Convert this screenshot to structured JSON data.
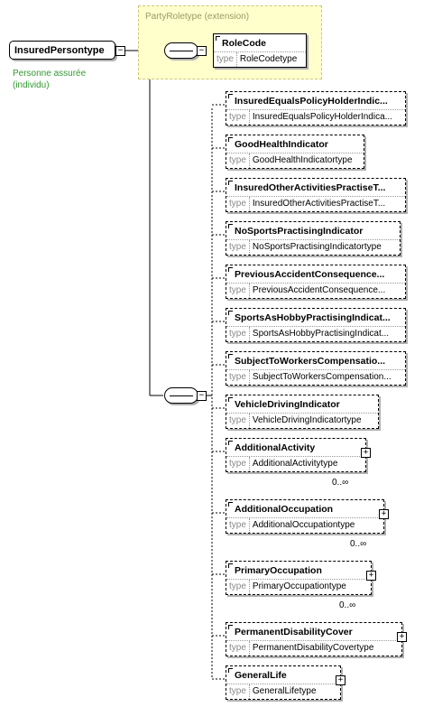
{
  "root": {
    "name": "InsuredPersontype",
    "documentation": [
      "Personne assurée",
      "(individu)"
    ]
  },
  "extension": {
    "title": "PartyRoletype (extension)"
  },
  "type_keyword": "type",
  "expand_symbols": {
    "minus": "−",
    "plus": "+"
  },
  "base_elements": [
    {
      "name": "RoleCode",
      "type": "RoleCodetype"
    }
  ],
  "elements": [
    {
      "name": "InsuredEqualsPolicyHolderIndic...",
      "type": "InsuredEqualsPolicyHolderIndica...",
      "cardinality": ""
    },
    {
      "name": "GoodHealthIndicator",
      "type": "GoodHealthIndicatortype",
      "cardinality": ""
    },
    {
      "name": "InsuredOtherActivitiesPractiseT...",
      "type": "InsuredOtherActivitiesPractiseT...",
      "cardinality": ""
    },
    {
      "name": "NoSportsPractisingIndicator",
      "type": "NoSportsPractisingIndicatortype",
      "cardinality": ""
    },
    {
      "name": "PreviousAccidentConsequence...",
      "type": "PreviousAccidentConsequence...",
      "cardinality": ""
    },
    {
      "name": "SportsAsHobbyPractisingIndicat...",
      "type": "SportsAsHobbyPractisingIndicat...",
      "cardinality": ""
    },
    {
      "name": "SubjectToWorkersCompensatio...",
      "type": "SubjectToWorkersCompensation...",
      "cardinality": ""
    },
    {
      "name": "VehicleDrivingIndicator",
      "type": "VehicleDrivingIndicatortype",
      "cardinality": ""
    },
    {
      "name": "AdditionalActivity",
      "type": "AdditionalActivitytype",
      "cardinality": "0..∞"
    },
    {
      "name": "AdditionalOccupation",
      "type": "AdditionalOccupationtype",
      "cardinality": "0..∞"
    },
    {
      "name": "PrimaryOccupation",
      "type": "PrimaryOccupationtype",
      "cardinality": "0..∞"
    },
    {
      "name": "PermanentDisabilityCover",
      "type": "PermanentDisabilityCovertype",
      "cardinality": ""
    },
    {
      "name": "GeneralLife",
      "type": "GeneralLifetype",
      "cardinality": ""
    }
  ]
}
